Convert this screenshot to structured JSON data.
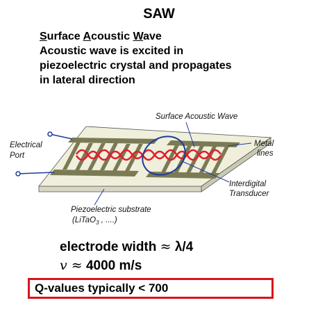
{
  "title": "SAW",
  "heading": {
    "s_letter": "S",
    "s_rest": "urface ",
    "a_letter": "A",
    "a_rest": "coustic ",
    "w_letter": "W",
    "w_rest": "ave"
  },
  "description": [
    "Acoustic wave is excited in",
    "piezoelectric crystal and propagates",
    "in lateral direction"
  ],
  "diagram": {
    "labels": {
      "surface_wave": "Surface Acoustic Wave",
      "electrical": "Electrical",
      "port": "Port",
      "metal": "Metal",
      "lines": "lines",
      "interdigital": "Interdigital",
      "transducer": "Transducer",
      "substrate": "Piezoelectric substrate",
      "substrate_material": "(LiTaO",
      "substrate_sub": "3",
      "substrate_tail": " ,  ....)"
    },
    "colors": {
      "substrate_top": "#efefdc",
      "substrate_edge": "#d7d7c3",
      "electrode": "#7a7a55",
      "wave": "#e0202a",
      "port_wire": "#1e3a9a",
      "annotation": "#1e3a9a"
    }
  },
  "formula1": {
    "text": "electrode width ",
    "approx": "≈",
    "value": " λ/4"
  },
  "formula2": {
    "var": "v",
    "approx": " ≈",
    "value": " 4000 m/s"
  },
  "qvalue": "Q-values typically < 700",
  "accent_color": "#d9141c"
}
